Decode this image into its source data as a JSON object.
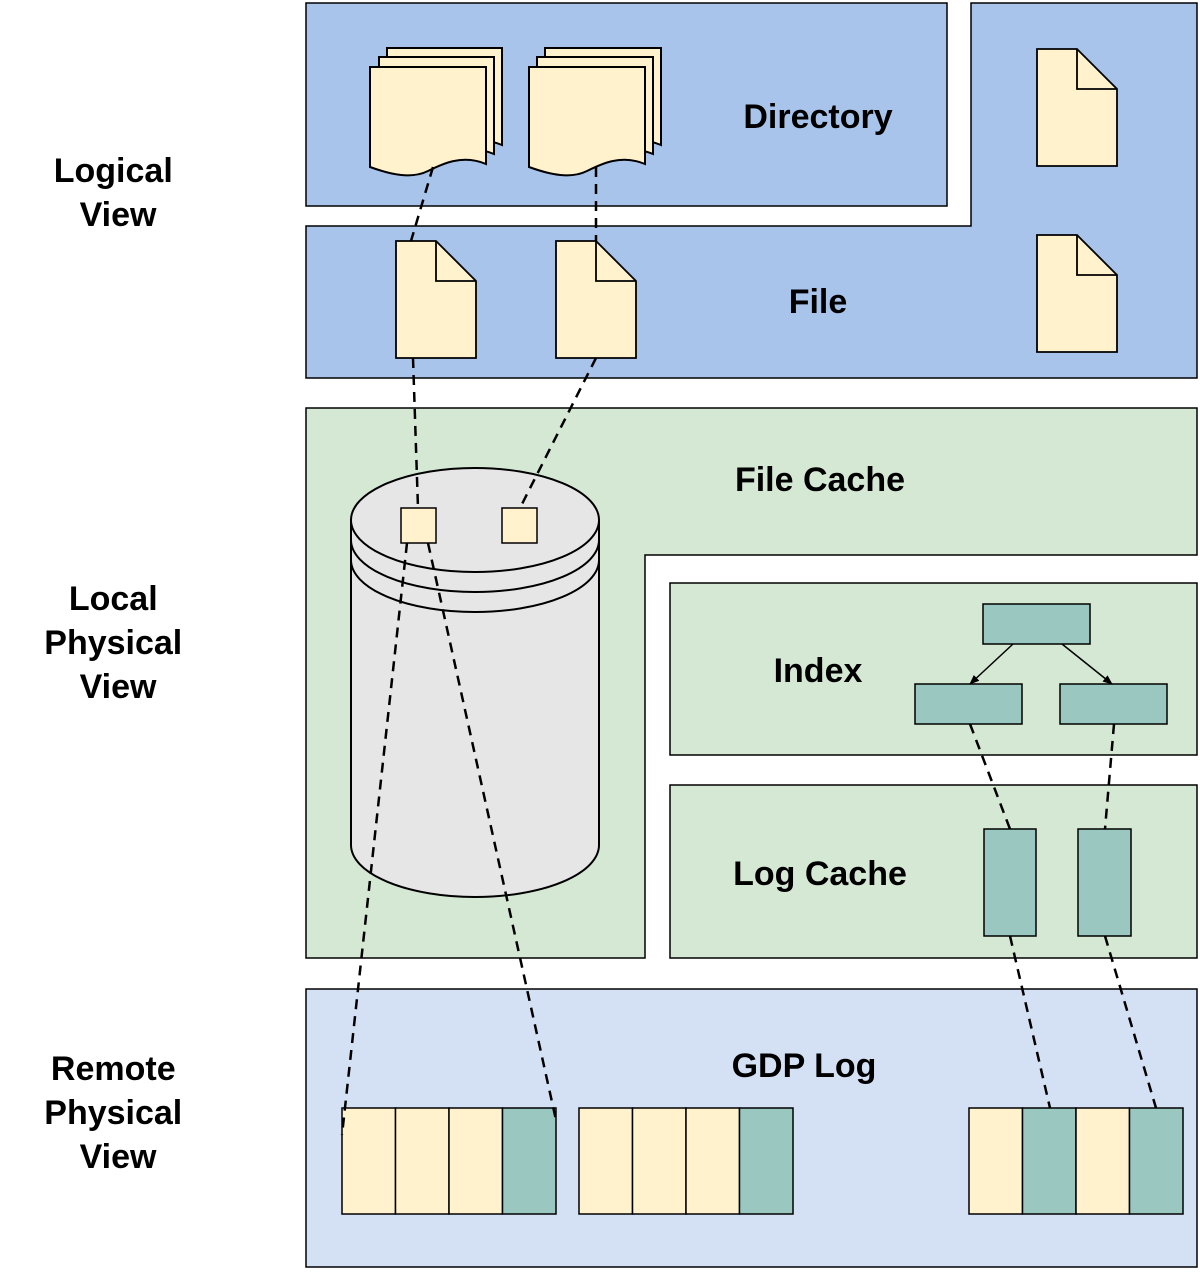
{
  "views": {
    "logical": [
      "Logical",
      "View"
    ],
    "local_physical": [
      "Local",
      "Physical",
      "View"
    ],
    "remote_physical": [
      "Remote",
      "Physical",
      "View"
    ]
  },
  "layers": {
    "directory": "Directory",
    "file": "File",
    "file_cache": "File Cache",
    "index": "Index",
    "log_cache": "Log Cache",
    "gdp_log": "GDP Log"
  },
  "colors": {
    "logical_blue": "#a9c4eb",
    "local_green": "#d5e8d4",
    "remote_blue": "#d4e1f5",
    "paper_yellow": "#fff2cc",
    "teal": "#9ac7bf",
    "disk_gray": "#e6e6e6"
  }
}
